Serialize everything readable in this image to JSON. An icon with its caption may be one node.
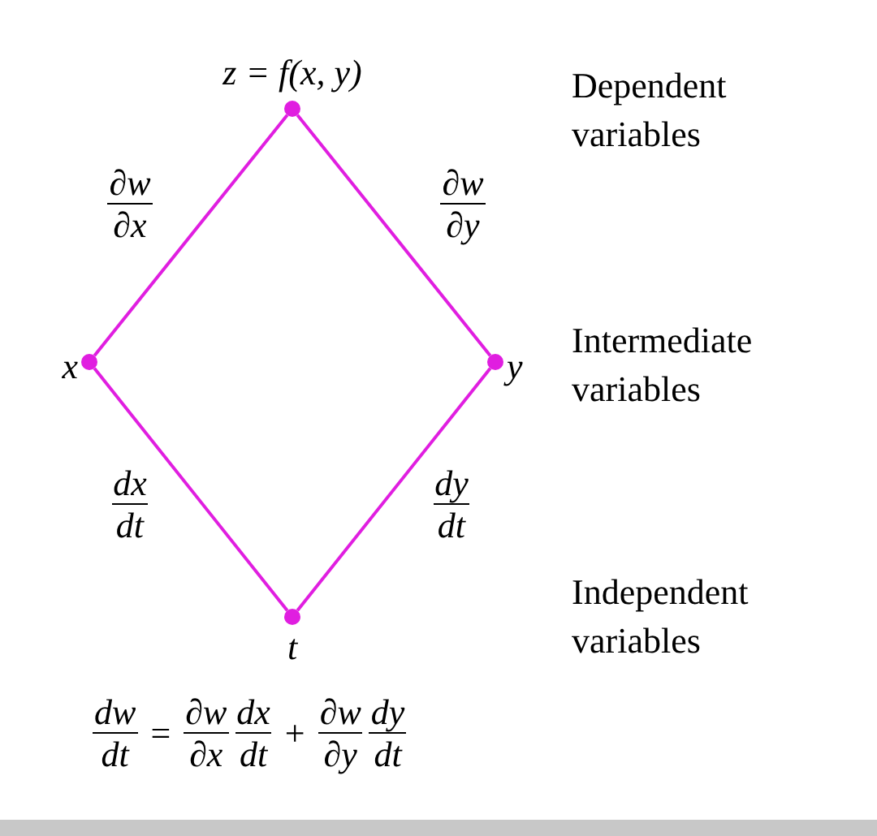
{
  "diagram": {
    "nodes": [
      {
        "text": [],
        "shape": "circle",
        "beside": [
          "z = f(x, y)"
        ]
      },
      {
        "text": [],
        "shape": "circle",
        "beside": [
          "x"
        ]
      },
      {
        "text": [],
        "shape": "circle",
        "beside": [
          "y"
        ]
      },
      {
        "text": [],
        "shape": "circle",
        "beside": [
          "t"
        ]
      }
    ],
    "edges": [
      {
        "from": 0,
        "to": 1,
        "arrow": "none",
        "label": "∂w ∂x"
      },
      {
        "from": 0,
        "to": 2,
        "arrow": "none",
        "label": "∂w ∂y"
      },
      {
        "from": 1,
        "to": 3,
        "arrow": "none",
        "label": "dx dt"
      },
      {
        "from": 2,
        "to": 3,
        "arrow": "none",
        "label": "dy dt"
      }
    ],
    "labels": [
      "Dependent variables",
      "Intermediate variables",
      "Independent variables",
      "dw dt = ∂w ∂x dx dt + ∂w ∂y dy dt"
    ]
  }
}
